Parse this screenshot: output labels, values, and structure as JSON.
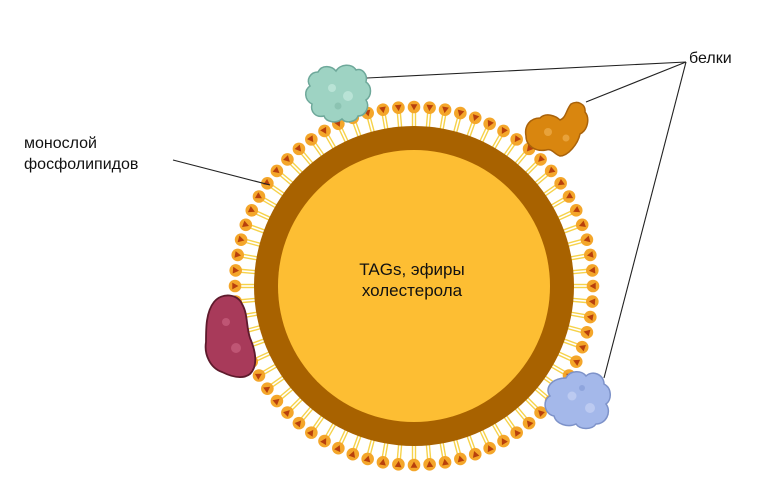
{
  "labels": {
    "core_line1": "TAGs, эфиры",
    "core_line2": "холестерола",
    "monolayer_line1": "монослой",
    "monolayer_line2": "фосфолипидов",
    "proteins": "белки"
  },
  "colors": {
    "core_fill": "#fdbe33",
    "core_ring": "#a86200",
    "tail": "#f6d24a",
    "head": "#f4a62a",
    "head_triangle": "#b8400c",
    "protein_teal": "#9ed3c3",
    "protein_orange": "#d9860f",
    "protein_maroon": "#a83a5a",
    "protein_blue": "#a4b8ea"
  },
  "icons": {
    "protein_teal": "protein-teal-icon",
    "protein_orange": "protein-orange-icon",
    "protein_maroon": "protein-maroon-icon",
    "protein_blue": "protein-blue-icon"
  }
}
